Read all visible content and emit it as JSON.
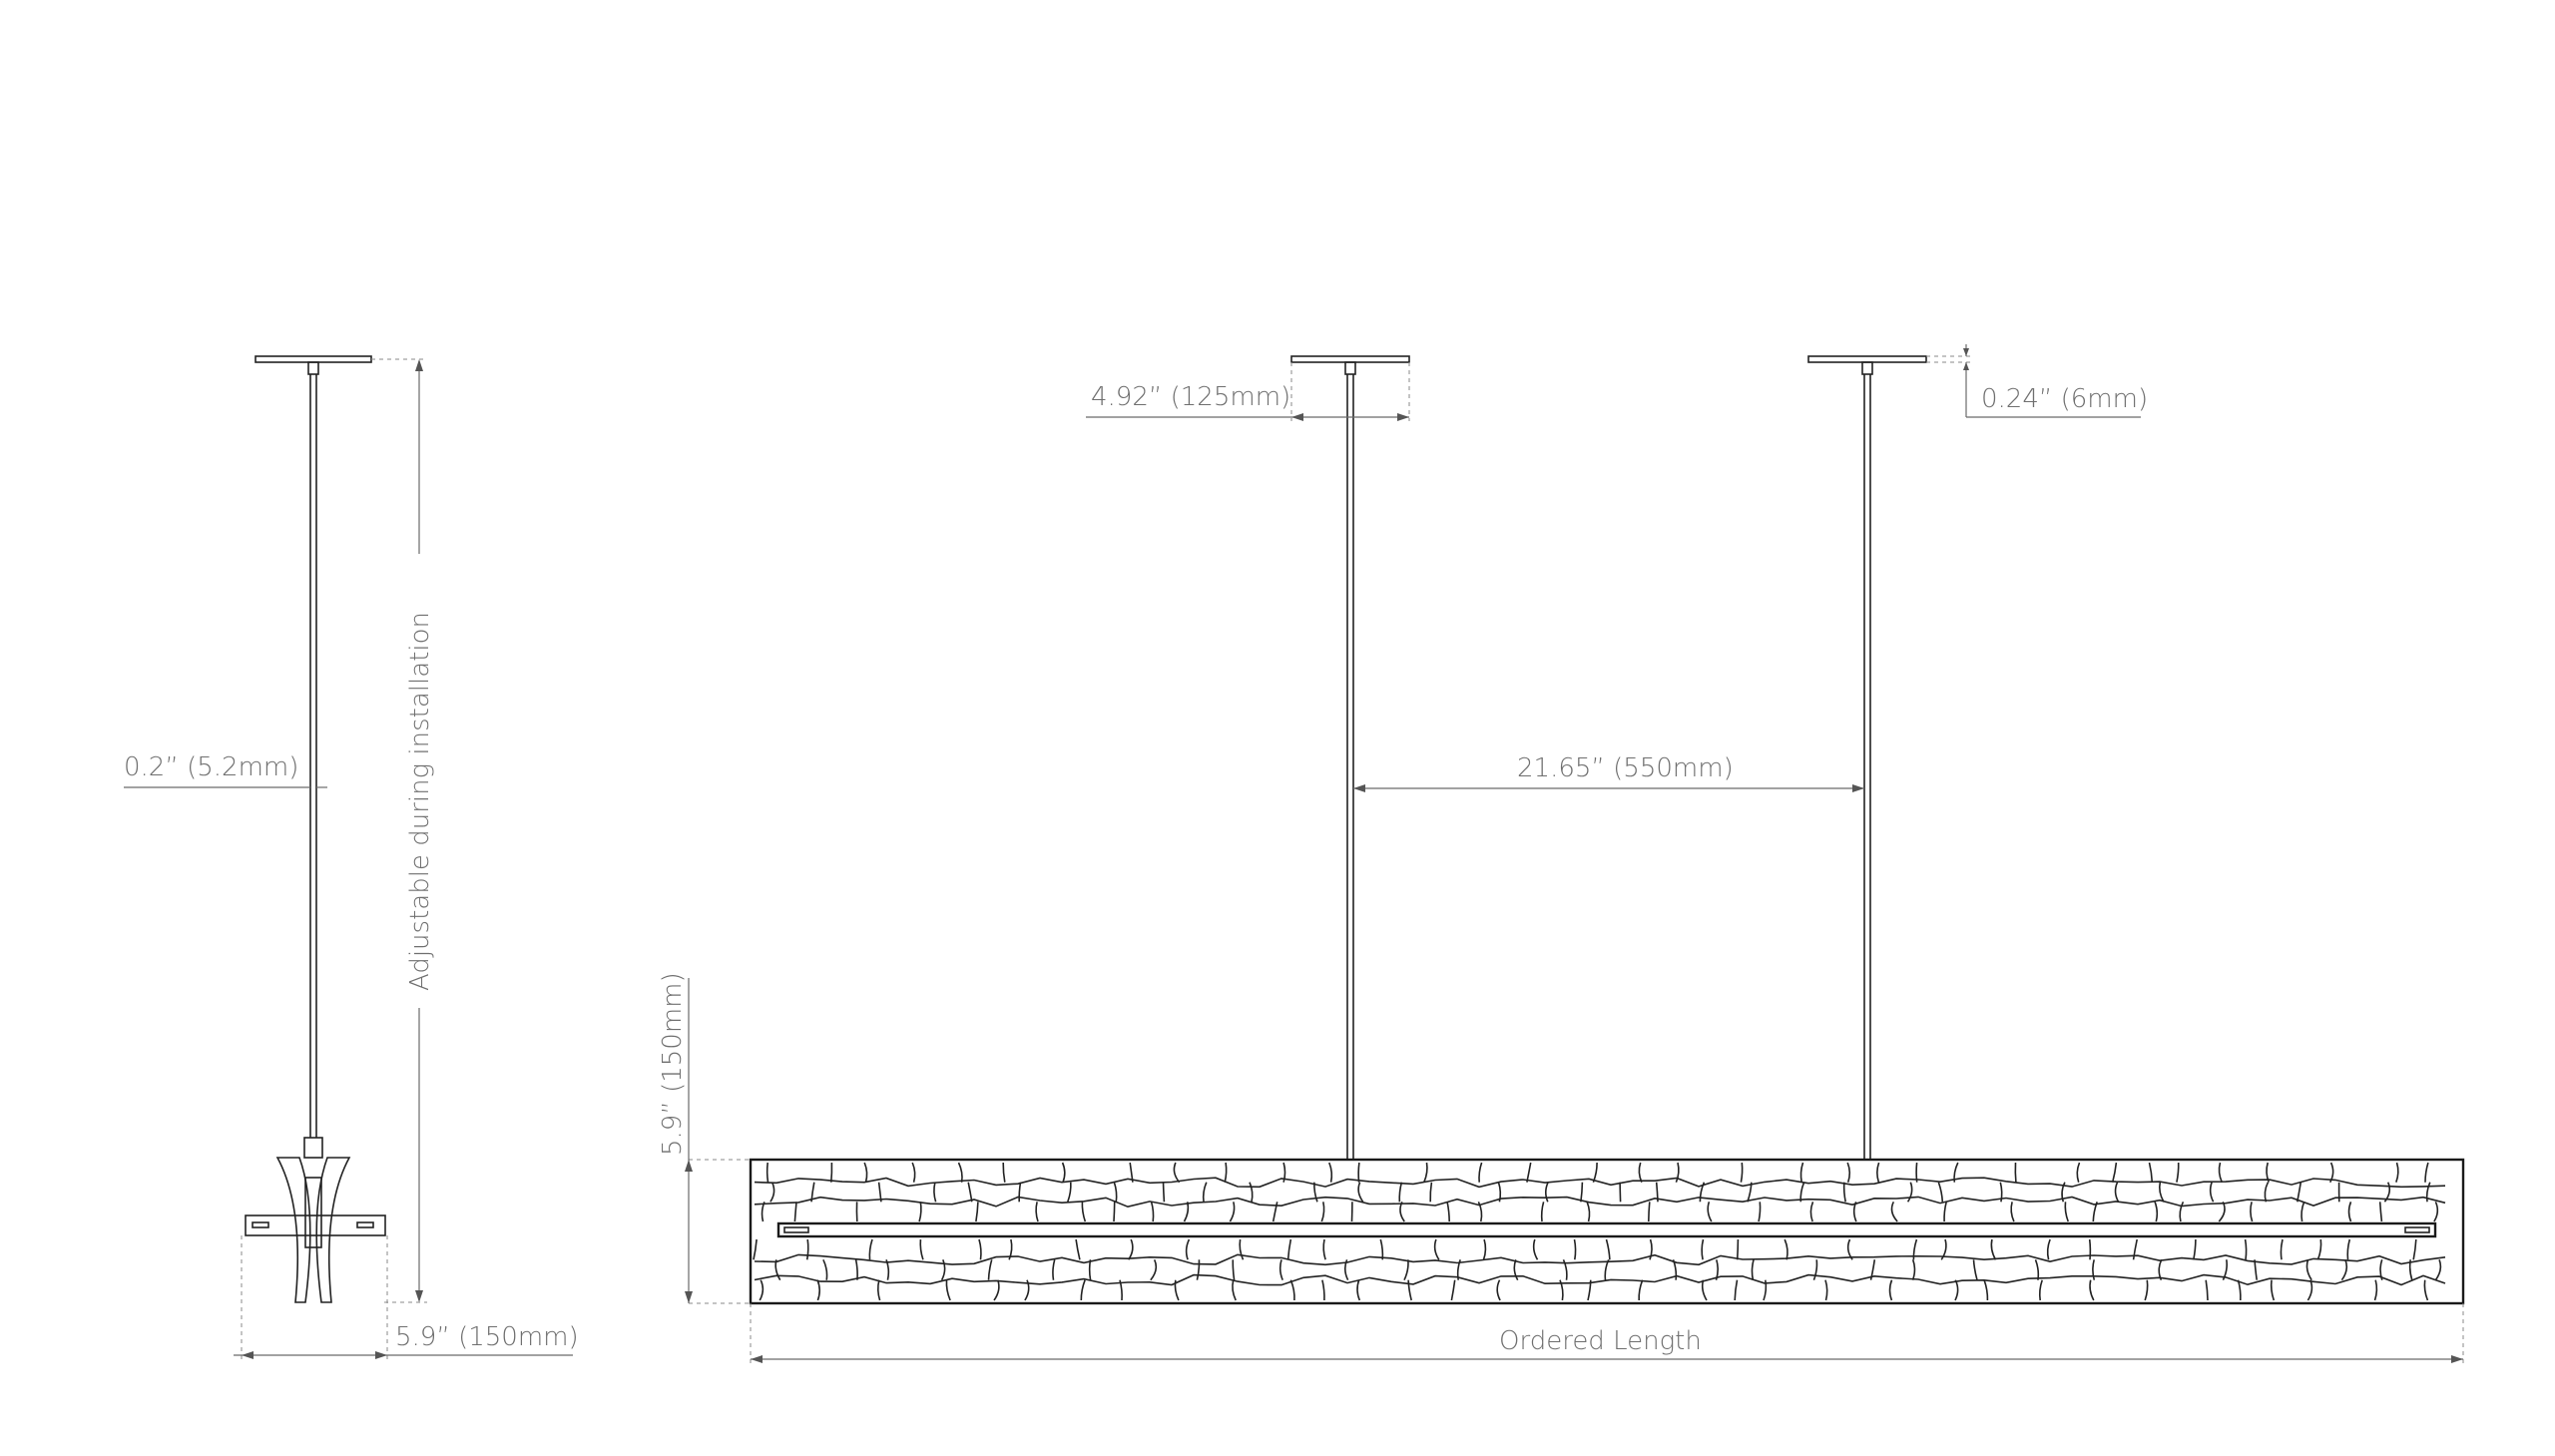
{
  "dimensions": {
    "side_stem_diameter": "0.2” (5.2mm)",
    "side_height_note": "Adjustable during installation",
    "side_width": "5.9” (150mm)",
    "canopy_diameter": "4.92” (125mm)",
    "canopy_thickness": "0.24” (6mm)",
    "suspension_spacing": "21.65” (550mm)",
    "fixture_height": "5.9” (150mm)",
    "fixture_length": "Ordered Length"
  },
  "colors": {
    "line": "#1a1a1a",
    "dimension": "#6f6f6f",
    "background": "#ffffff"
  }
}
